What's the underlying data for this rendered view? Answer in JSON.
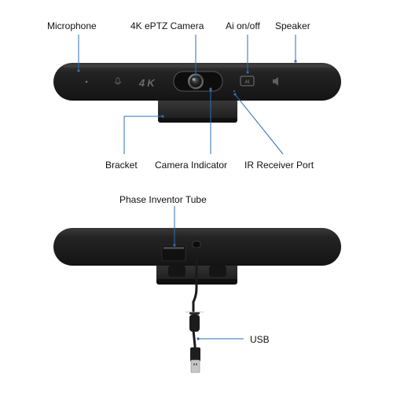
{
  "callouts": {
    "microphone": "Microphone",
    "camera": "4K ePTZ Camera",
    "ai_toggle": "Ai on/off",
    "speaker": "Speaker",
    "bracket": "Bracket",
    "camera_indicator": "Camera Indicator",
    "ir_receiver": "IR Receiver Port",
    "phase_inventor_tube": "Phase Inventor Tube",
    "usb": "USB"
  },
  "device": {
    "front_badge": "4K",
    "ai_button_text": "AI"
  },
  "colors": {
    "body": "#1e1e1e",
    "body_highlight": "#2c2c2c",
    "bracket": "#262626",
    "leader_line": "#2b6fb5",
    "label": "#111111",
    "background": "#ffffff"
  }
}
